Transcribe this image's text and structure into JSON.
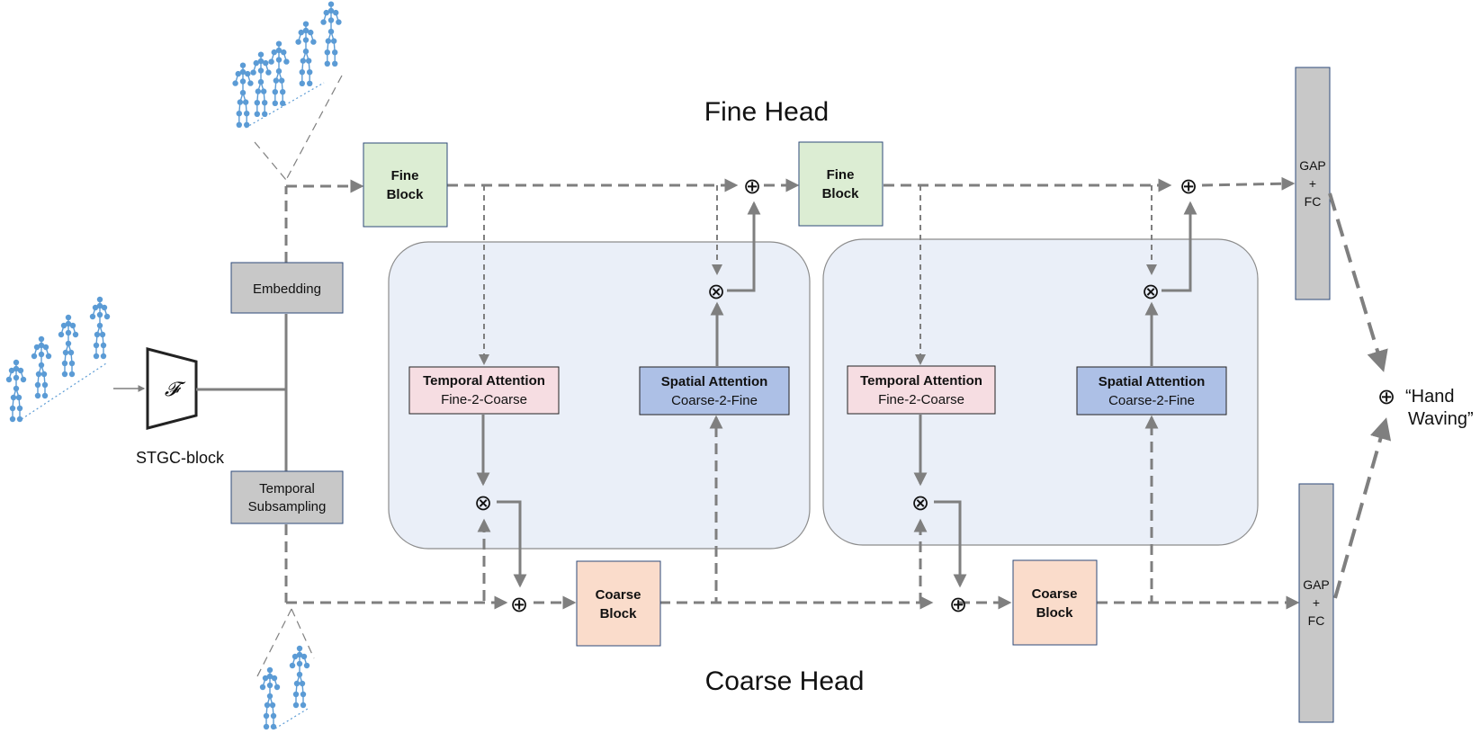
{
  "heads": {
    "fine": "Fine Head",
    "coarse": "Coarse Head"
  },
  "input": {
    "stgc_symbol": "𝓕",
    "stgc_label": "STGC-block"
  },
  "branches": {
    "embedding": "Embedding",
    "temporal_line1": "Temporal",
    "temporal_line2": "Subsampling"
  },
  "stages": [
    {
      "fine_line1": "Fine",
      "fine_line2": "Block",
      "coarse_line1": "Coarse",
      "coarse_line2": "Block",
      "temporal_title": "Temporal Attention",
      "temporal_sub": "Fine-2-Coarse",
      "spatial_title": "Spatial Attention",
      "spatial_sub": "Coarse-2-Fine"
    },
    {
      "fine_line1": "Fine",
      "fine_line2": "Block",
      "coarse_line1": "Coarse",
      "coarse_line2": "Block",
      "temporal_title": "Temporal Attention",
      "temporal_sub": "Fine-2-Coarse",
      "spatial_title": "Spatial Attention",
      "spatial_sub": "Coarse-2-Fine"
    }
  ],
  "gap": {
    "fine": [
      "GAP",
      "+",
      "FC"
    ],
    "coarse": [
      "GAP",
      "+",
      "FC"
    ]
  },
  "output": {
    "line1": "“Hand",
    "line2": "Waving”"
  },
  "operators": {
    "add": "⊕",
    "mul": "⊗"
  },
  "colors": {
    "fine_block": "#dcedd3",
    "coarse_block": "#fadccb",
    "temporal_att": "#f6dde2",
    "spatial_att": "#adc0e6",
    "gray_box": "#c8c8c8",
    "panel": "#eaeff8",
    "arrow": "#7f7f7f",
    "skeleton": "#5b9bd5"
  }
}
